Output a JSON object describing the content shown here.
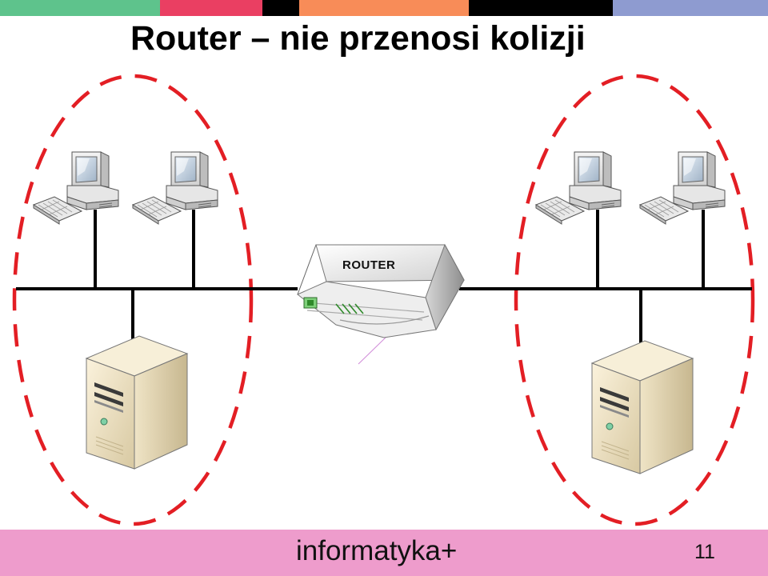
{
  "slide": {
    "title": "Router – nie przenosi kolizji",
    "router_label": "ROUTER",
    "brand": "informatyka+",
    "page_number": "11"
  },
  "colors": {
    "stripes": [
      "#5ec38c",
      "#ea3f62",
      "#000000",
      "#f88c58",
      "#000000",
      "#8e9bd0"
    ],
    "collision_domain": "#e31e24",
    "footer": "#ee9ccc",
    "network_line": "#000000"
  },
  "icons": {
    "workstation": "desktop-pc-icon",
    "server": "tower-server-icon",
    "router": "router-icon"
  }
}
